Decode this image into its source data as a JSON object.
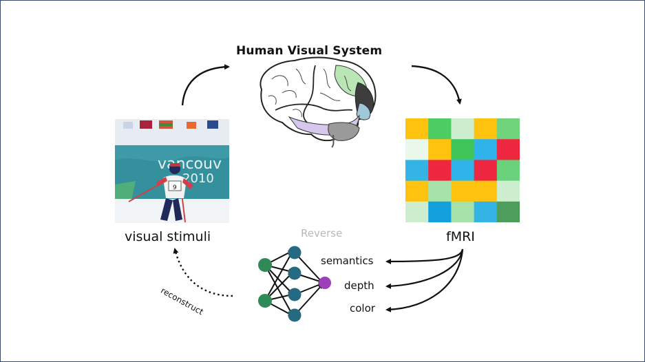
{
  "diagram": {
    "title": "Human Visual System",
    "stimulus_label": "visual stimuli",
    "fmri_label": "fMRI",
    "reverse_label": "Reverse",
    "reconstruct_label": "reconstruct",
    "outputs": [
      "semantics",
      "depth",
      "color"
    ],
    "photo_banner_text": "vancouv",
    "photo_banner_year": "2010",
    "photo_bib_number": "9",
    "fmri_grid": [
      [
        "#ffc20e",
        "#4ccc62",
        "#cdeecf",
        "#ffc20e",
        "#6fd47c"
      ],
      [
        "#e9f8eb",
        "#ffc20e",
        "#3fc45a",
        "#2fb3e8",
        "#ee2740"
      ],
      [
        "#33b4e5",
        "#ee2740",
        "#2fb3e8",
        "#ee2740",
        "#69d27a"
      ],
      [
        "#ffc20e",
        "#a6e3aa",
        "#ffc20e",
        "#ffc20e",
        "#cdeecf"
      ],
      [
        "#cdeecf",
        "#13a0dc",
        "#a6e3aa",
        "#33b4e5",
        "#4d9d5c"
      ]
    ],
    "network_colors": {
      "input": "#2e8b57",
      "hidden": "#256a80",
      "output": "#9c3fb8"
    }
  }
}
